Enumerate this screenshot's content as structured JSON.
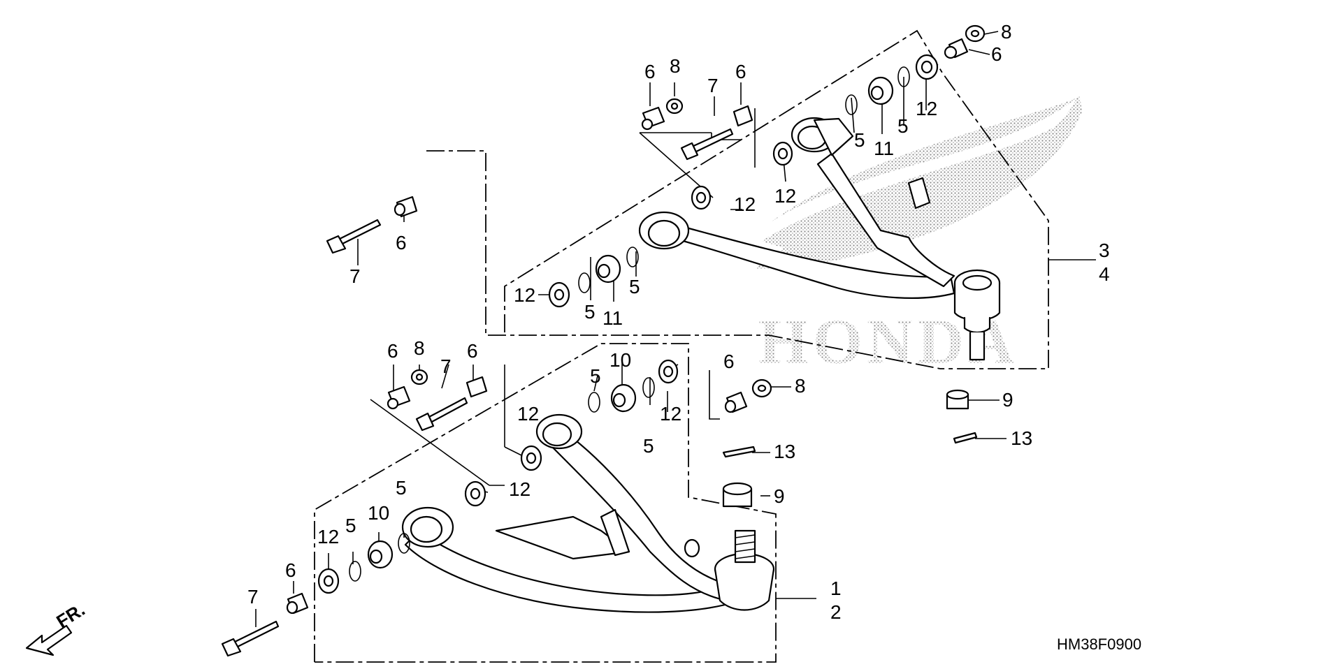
{
  "diagram_code": "HM38F0900",
  "direction_label": "FR.",
  "watermark": {
    "word": "HONDA",
    "icon": "honda-wing-logo-icon"
  },
  "callouts": {
    "c1": "1",
    "c2": "2",
    "c3": "3",
    "c4": "4",
    "c5": "5",
    "c6": "6",
    "c7": "7",
    "c8": "8",
    "c9": "9",
    "c10": "10",
    "c11": "11",
    "c12": "12",
    "c13": "13"
  },
  "colors": {
    "ink": "#000000",
    "background": "#ffffff",
    "watermark": "#9a9a9a"
  }
}
